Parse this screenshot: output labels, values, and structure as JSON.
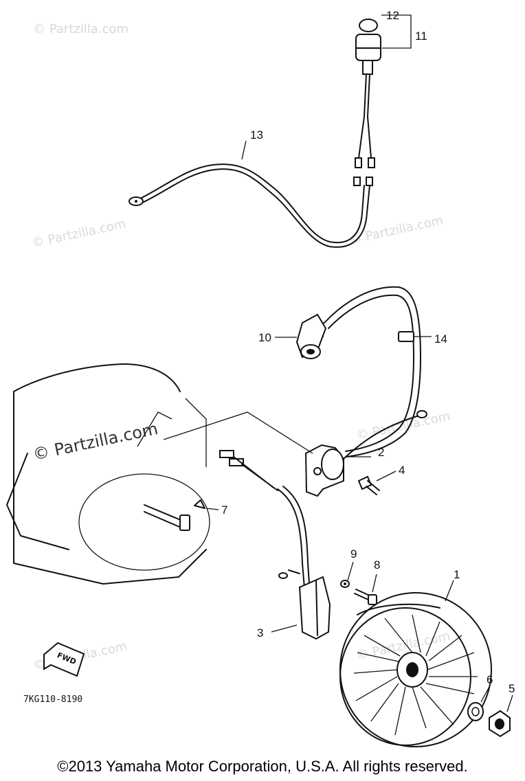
{
  "watermarks": {
    "small": "© Partzilla.com",
    "large": "© Partzilla.com"
  },
  "callouts": {
    "c1": "1",
    "c2": "2",
    "c3": "3",
    "c4": "4",
    "c5": "5",
    "c6": "6",
    "c7": "7",
    "c8": "8",
    "c9": "9",
    "c10": "10",
    "c11": "11",
    "c12": "12",
    "c13": "13",
    "c14": "14"
  },
  "diagram_code": "7KG110-8190",
  "fwd_label": "FWD",
  "copyright": "©2013  Yamaha Motor Corporation, U.S.A. All rights reserved."
}
